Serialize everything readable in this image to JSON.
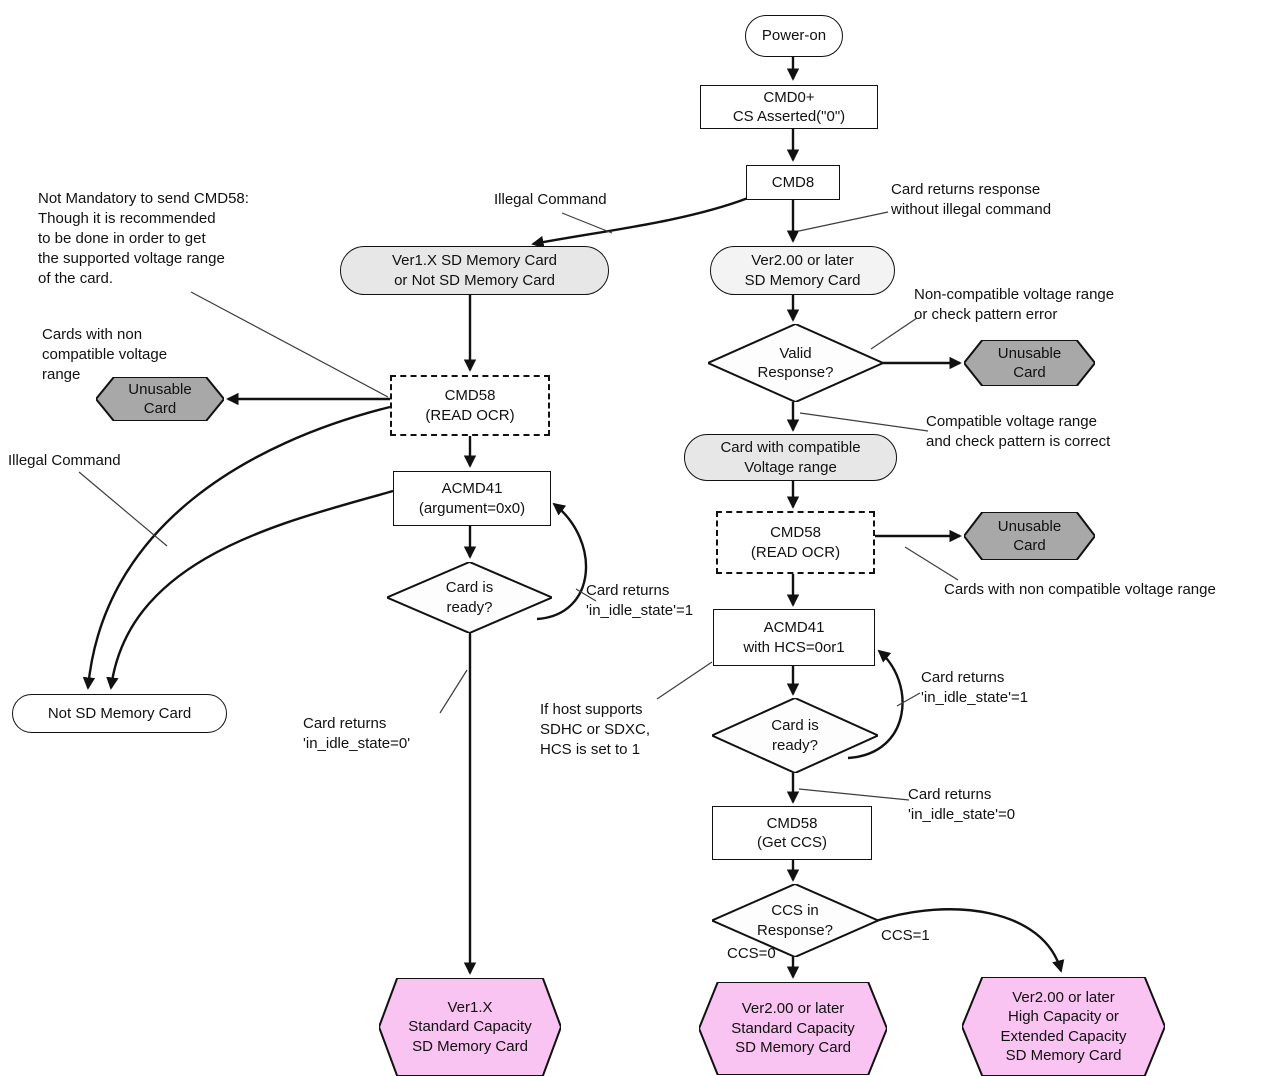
{
  "colors": {
    "node_border": "#111111",
    "stadium_grey": "#e7e7e7",
    "stadium_light": "#f3f3f3",
    "hexagon_grey": "#a8a8a8",
    "hexagon_pink": "#f9c3f2",
    "arrow": "#111111"
  },
  "nodes": {
    "power_on": {
      "label": "Power-on"
    },
    "cmd0": {
      "label": "CMD0+\nCS Asserted(\"0\")"
    },
    "cmd8": {
      "label": "CMD8"
    },
    "ver1x_card": {
      "label": "Ver1.X SD Memory Card\nor Not SD Memory Card"
    },
    "ver2_card": {
      "label": "Ver2.00 or later\nSD Memory Card"
    },
    "valid_response": {
      "label": "Valid\nResponse?"
    },
    "unusable_card_top": {
      "label": "Unusable\nCard"
    },
    "compatible_voltage": {
      "label": "Card with compatible\nVoltage range"
    },
    "cmd58_read_ocr_right": {
      "label": "CMD58\n(READ OCR)"
    },
    "unusable_card_mid": {
      "label": "Unusable\nCard"
    },
    "acmd41_hcs": {
      "label": "ACMD41\nwith HCS=0or1"
    },
    "card_ready_right": {
      "label": "Card is\nready?"
    },
    "cmd58_get_ccs": {
      "label": "CMD58\n(Get CCS)"
    },
    "ccs_response": {
      "label": "CCS in\nResponse?"
    },
    "ver2_standard": {
      "label": "Ver2.00 or later\nStandard Capacity\nSD Memory Card"
    },
    "ver2_high": {
      "label": "Ver2.00 or later\nHigh Capacity or\nExtended Capacity\nSD Memory Card"
    },
    "cmd58_read_ocr_left": {
      "label": "CMD58\n(READ OCR)"
    },
    "unusable_card_left": {
      "label": "Unusable\nCard"
    },
    "acmd41_arg0": {
      "label": "ACMD41\n(argument=0x0)"
    },
    "card_ready_left": {
      "label": "Card is\nready?"
    },
    "not_sd_card": {
      "label": "Not SD Memory Card"
    },
    "ver1x_standard": {
      "label": "Ver1.X\nStandard Capacity\nSD Memory Card"
    }
  },
  "annotations": {
    "cmd58_note": "Not Mandatory to send CMD58:\nThough it is recommended\nto be done in order to get\nthe supported voltage range\nof the card.",
    "cards_non_compatible_left": "Cards with non\ncompatible voltage\nrange",
    "illegal_command_left": "Illegal Command",
    "illegal_command_top": "Illegal Command",
    "response_without_illegal": "Card returns response\nwithout illegal command",
    "non_compatible_or_error": "Non-compatible voltage range\nor check pattern error",
    "compatible_and_correct": "Compatible voltage range\nand check pattern is correct",
    "cards_non_compatible_right": "Cards with non compatible voltage range",
    "in_idle_1_right": "Card returns\n'in_idle_state'=1",
    "host_supports": "If host supports\nSDHC or SDXC,\nHCS is set to 1",
    "in_idle_0_right": "Card returns\n'in_idle_state'=0",
    "ccs_0": "CCS=0",
    "ccs_1": "CCS=1",
    "in_idle_1_left": "Card returns\n'in_idle_state'=1",
    "in_idle_0_left": "Card returns\n'in_idle_state=0'"
  }
}
